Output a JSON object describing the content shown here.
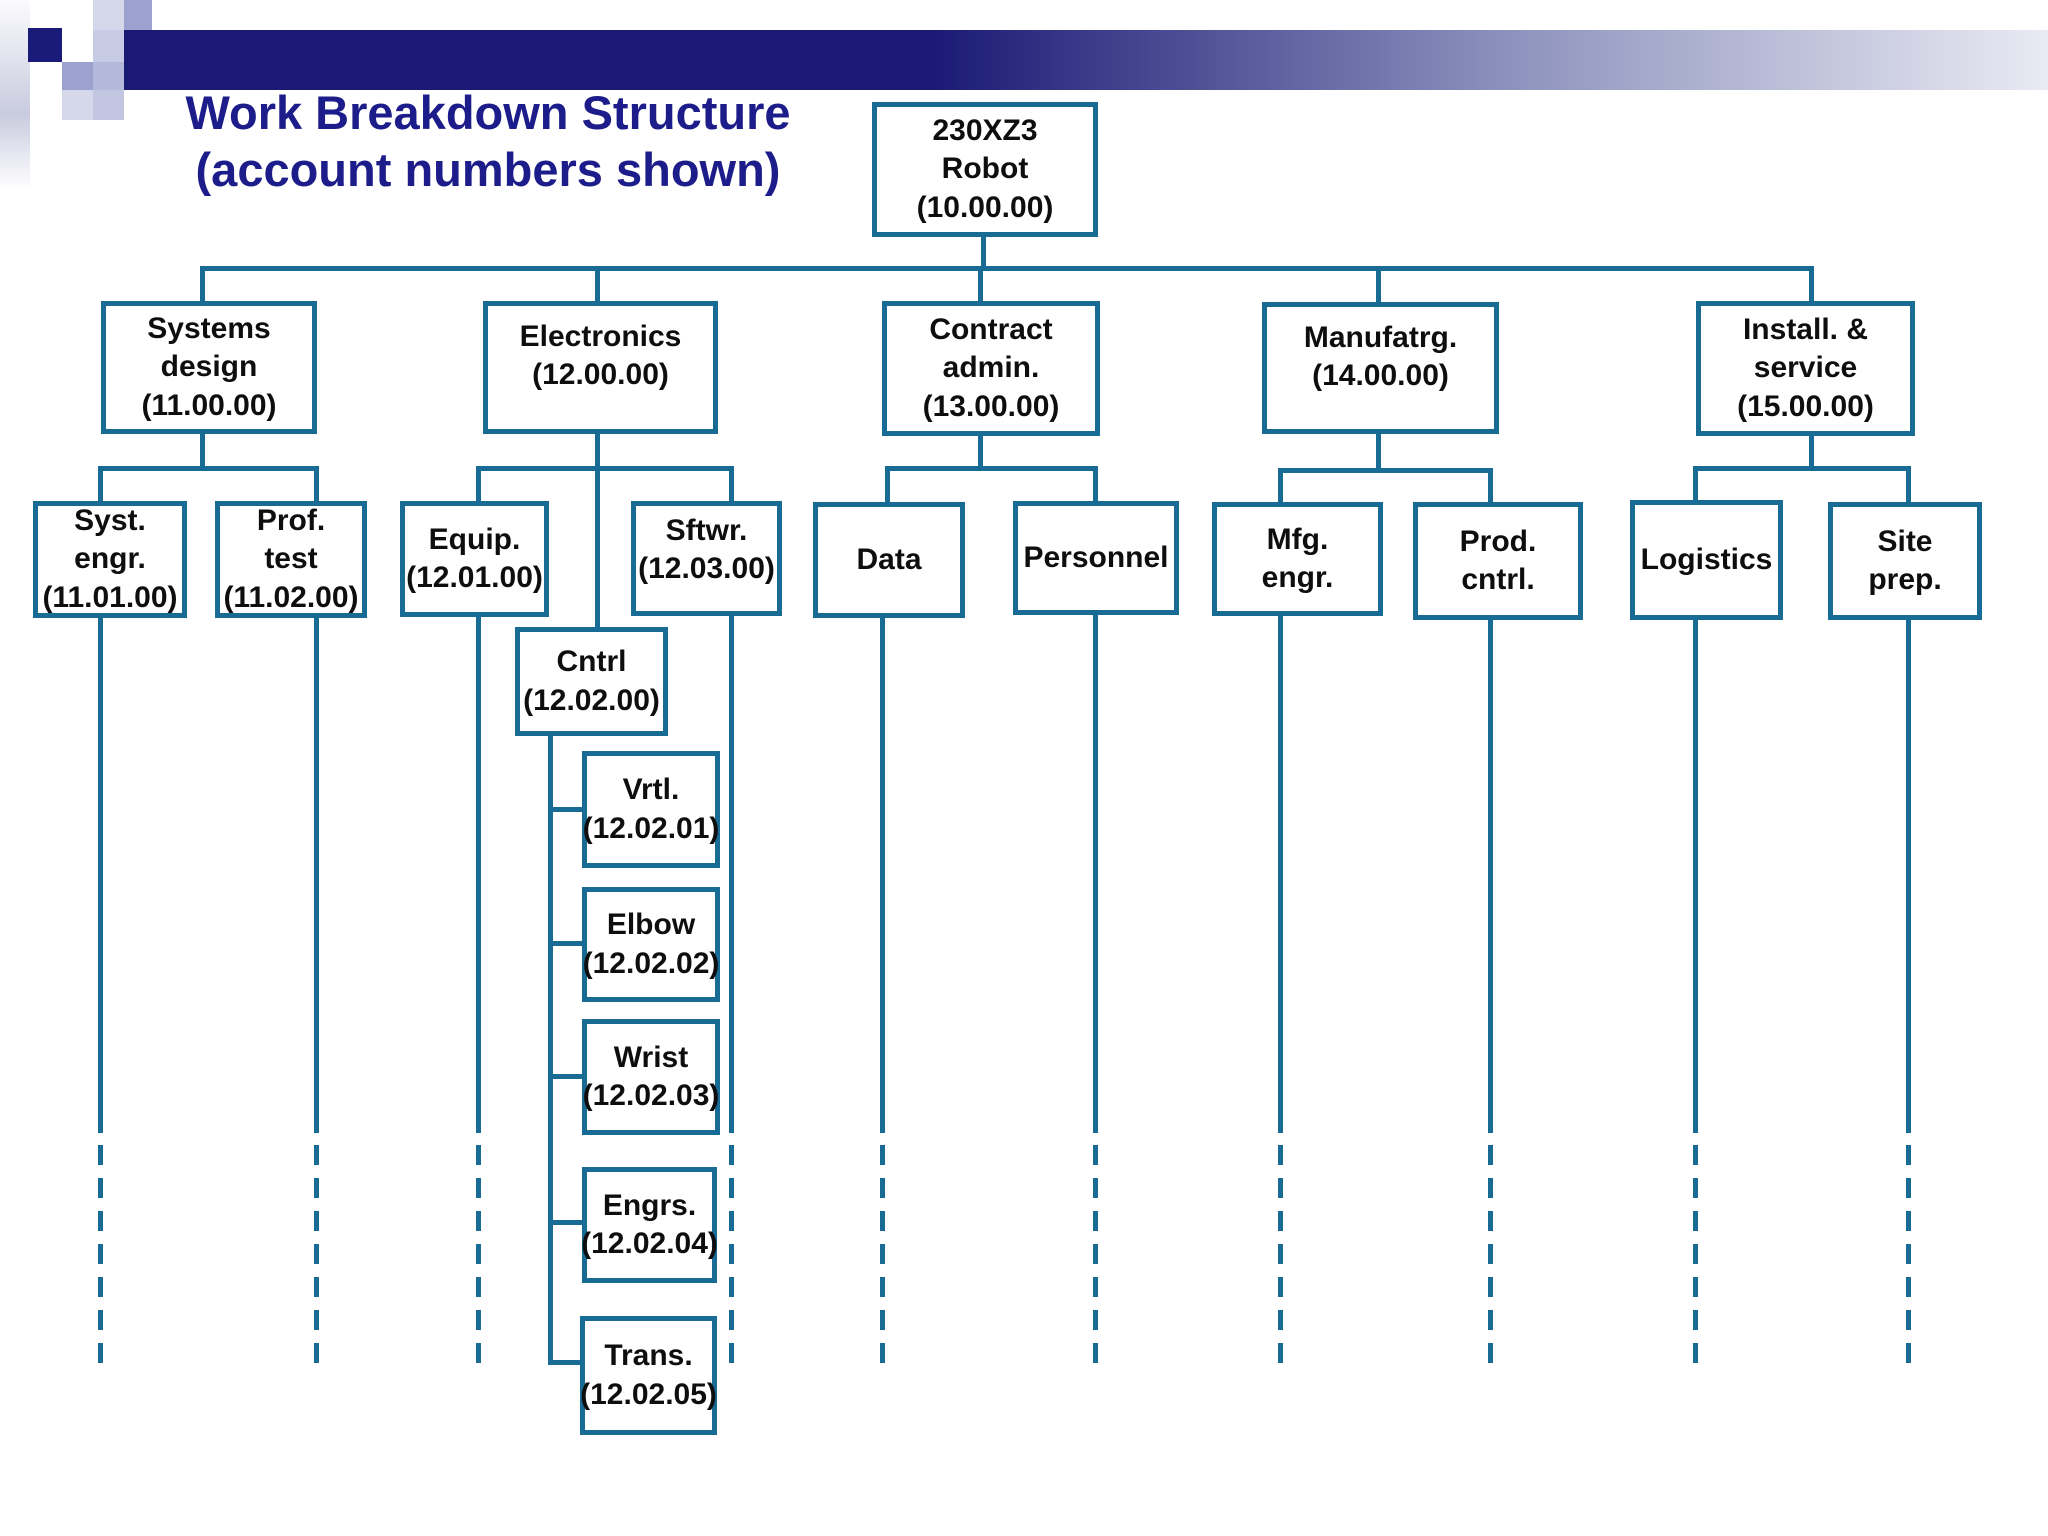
{
  "title": "Work Breakdown Structure\n(account numbers shown)",
  "colors": {
    "line": "#186b95",
    "title": "#1c1c8a",
    "bar_dark": "#1a1a75"
  },
  "nodes": {
    "root": "230XZ3\nRobot\n(10.00.00)",
    "systems_design": "Systems\ndesign\n(11.00.00)",
    "electronics": "Electronics\n(12.00.00)",
    "contract_admin": "Contract\nadmin.\n(13.00.00)",
    "manufatrg": "Manufatrg.\n(14.00.00)",
    "install_service": "Install. &\nservice\n(15.00.00)",
    "syst_engr": "Syst.\nengr.\n(11.01.00)",
    "prof_test": "Prof.\ntest\n(11.02.00)",
    "equip": "Equip.\n(12.01.00)",
    "sftwr": "Sftwr.\n(12.03.00)",
    "data": "Data",
    "personnel": "Personnel",
    "mfg_engr": "Mfg.\nengr.",
    "prod_cntrl": "Prod.\ncntrl.",
    "logistics": "Logistics",
    "site_prep": "Site\nprep.",
    "cntrl": "Cntrl\n(12.02.00)",
    "vrtl": "Vrtl.\n(12.02.01)",
    "elbow": "Elbow\n(12.02.02)",
    "wrist": "Wrist\n(12.02.03)",
    "engrs": "Engrs.\n(12.02.04)",
    "trans": "Trans.\n(12.02.05)"
  }
}
